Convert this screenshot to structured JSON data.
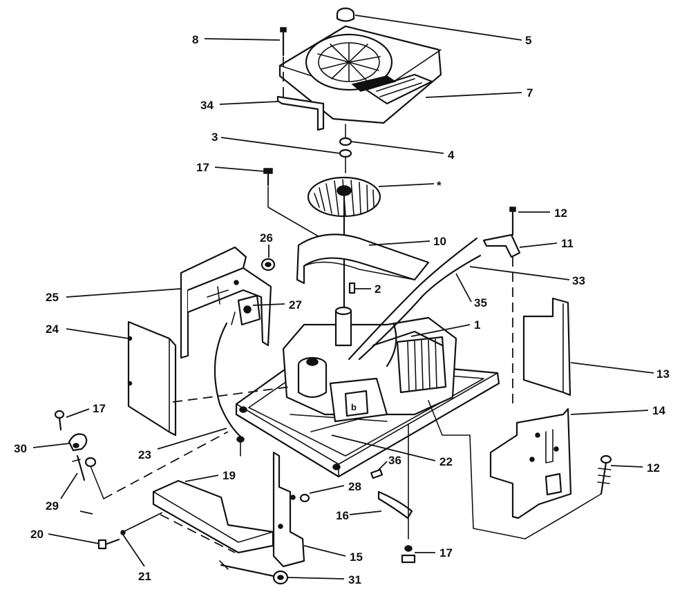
{
  "callouts": {
    "c1": "1",
    "c2": "2",
    "c3": "3",
    "c4": "4",
    "c5": "5",
    "c7": "7",
    "c8": "8",
    "c10": "10",
    "c11": "11",
    "c12a": "12",
    "c12b": "12",
    "c13": "13",
    "c14": "14",
    "c15": "15",
    "c16": "16",
    "c17a": "17",
    "c17b": "17",
    "c17c": "17",
    "c19": "19",
    "c20": "20",
    "c21": "21",
    "c22": "22",
    "c23": "23",
    "c24": "24",
    "c25": "25",
    "c26": "26",
    "c27": "27",
    "c28": "28",
    "c29": "29",
    "c30": "30",
    "c31": "31",
    "c33": "33",
    "c34": "34",
    "c35": "35",
    "c36": "36",
    "cstar": "*"
  }
}
